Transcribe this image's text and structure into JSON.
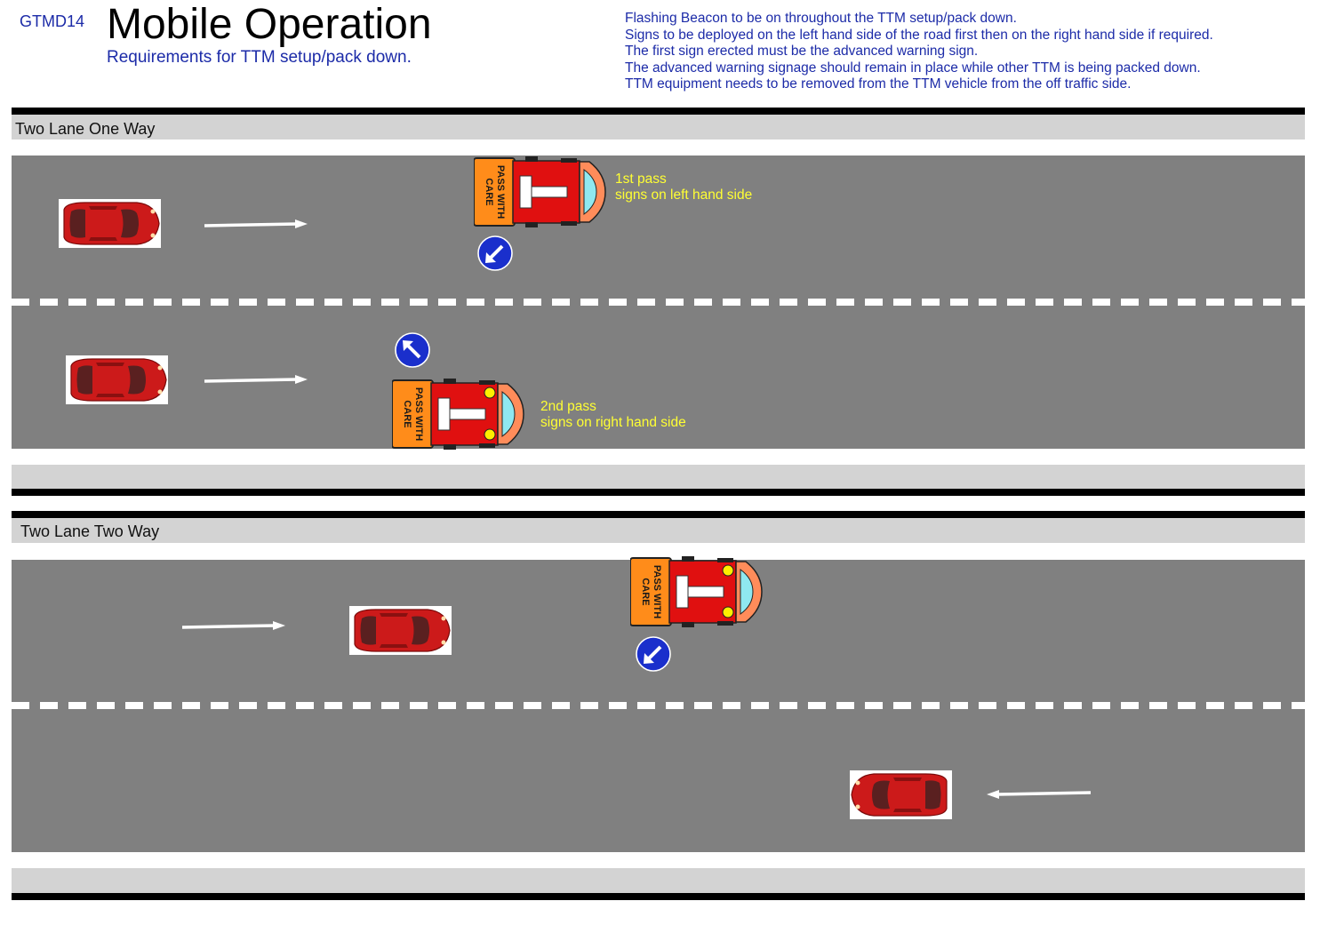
{
  "header": {
    "code": "GTMD14",
    "title": "Mobile Operation",
    "subtitle": "Requirements for TTM setup/pack down."
  },
  "notes": [
    "Flashing Beacon to be on throughout the TTM setup/pack down.",
    "Signs to be deployed on the left hand side of the road first then on the right hand side if required.",
    "The first sign erected must be the advanced warning sign.",
    "The advanced warning signage should remain in place while other TTM is being packed down.",
    "TTM equipment needs to be removed from the TTM vehicle from the off traffic side."
  ],
  "sections": [
    {
      "label": "Two Lane One Way",
      "passes": [
        {
          "line1": "1st pass",
          "line2": "signs on left hand side"
        },
        {
          "line1": "2nd pass",
          "line2": "signs on right hand side"
        }
      ]
    },
    {
      "label": "Two Lane Two Way"
    }
  ],
  "truck": {
    "sign_line1": "PASS WITH",
    "sign_line2": "CARE"
  },
  "colors": {
    "road": "#808080",
    "verge": "#d3d3d3",
    "car": "#cc1a1a",
    "truck_body": "#e01010",
    "truck_sign": "#ff8c1a",
    "keep_sign": "#1a2fcc",
    "annotation": "#ffff33",
    "text_blue": "#1c2ba8"
  },
  "icons": [
    "car-icon",
    "direction-arrow-icon",
    "ttm-vehicle-icon",
    "keep-left-sign-icon",
    "keep-right-sign-icon"
  ]
}
